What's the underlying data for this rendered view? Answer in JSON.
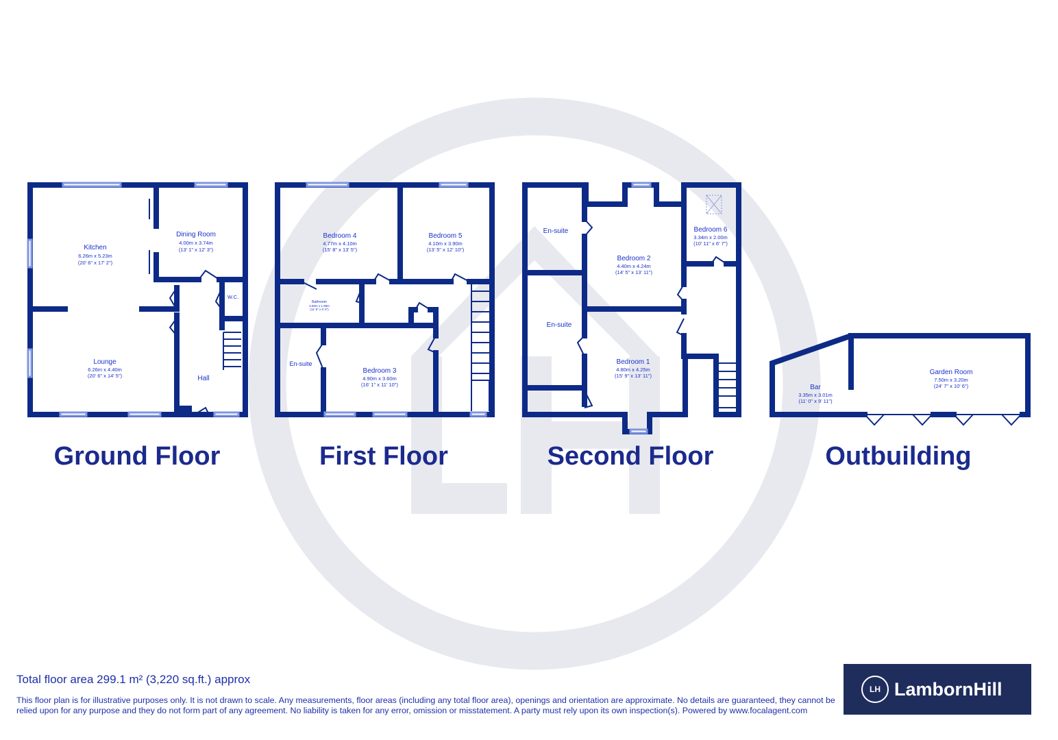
{
  "floors": [
    {
      "title": "Ground Floor",
      "rooms": [
        {
          "name": "Kitchen",
          "metric": "6.26m x 5.23m",
          "imperial": "(20' 6\" x 17' 2\")"
        },
        {
          "name": "Dining Room",
          "metric": "4.00m x 3.74m",
          "imperial": "(13' 1\" x 12' 3\")"
        },
        {
          "name": "W.C."
        },
        {
          "name": "Lounge",
          "metric": "6.26m x 4.40m",
          "imperial": "(20' 6\" x 14' 5\")"
        },
        {
          "name": "Hall"
        }
      ]
    },
    {
      "title": "First Floor",
      "rooms": [
        {
          "name": "Bedroom 4",
          "metric": "4.77m x 4.10m",
          "imperial": "(15' 8\" x 13' 5\")"
        },
        {
          "name": "Bedroom 5",
          "metric": "4.10m x 3.90m",
          "imperial": "(13' 5\" x 12' 10\")"
        },
        {
          "name": "Bathroom",
          "metric": "3.58m x 1.98m",
          "imperial": "(11' 9\" x 6' 5\")"
        },
        {
          "name": "En-suite"
        },
        {
          "name": "Bedroom 3",
          "metric": "4.90m x 3.60m",
          "imperial": "(16' 1\" x 11' 10\")"
        }
      ]
    },
    {
      "title": "Second Floor",
      "rooms": [
        {
          "name": "En-suite"
        },
        {
          "name": "Bedroom 2",
          "metric": "4.40m x 4.24m",
          "imperial": "(14' 5\" x 13' 11\")"
        },
        {
          "name": "Bedroom 6",
          "metric": "3.34m x 2.00m",
          "imperial": "(10' 11\" x 6' 7\")"
        },
        {
          "name": "En-suite"
        },
        {
          "name": "Bedroom 1",
          "metric": "4.80m x 4.25m",
          "imperial": "(15' 9\" x 13' 11\")"
        }
      ]
    },
    {
      "title": "Outbuilding",
      "rooms": [
        {
          "name": "Bar",
          "metric": "3.35m x 3.01m",
          "imperial": "(11' 0\" x 9' 11\")"
        },
        {
          "name": "Garden Room",
          "metric": "7.50m x 3.20m",
          "imperial": "(24' 7\" x 10' 6\")"
        }
      ]
    }
  ],
  "footer": {
    "total_area": "Total floor area 299.1 m² (3,220 sq.ft.) approx",
    "disclaimer": "This floor plan is for illustrative purposes only. It is not drawn to scale. Any measurements, floor areas (including any total floor area), openings and orientation are approximate. No details are guaranteed, they cannot be relied upon for any purpose and they do not form part of any agreement. No liability is taken for any error, omission or misstatement. A party must rely upon its own inspection(s). Powered by www.focalagent.com"
  },
  "logo": {
    "mark": "LH",
    "name": "LambornHill"
  },
  "colors": {
    "wall": "#0d2a86",
    "text": "#1a30c8",
    "logo_bg": "#1f2d5c",
    "watermark": "#e8e9ef"
  }
}
